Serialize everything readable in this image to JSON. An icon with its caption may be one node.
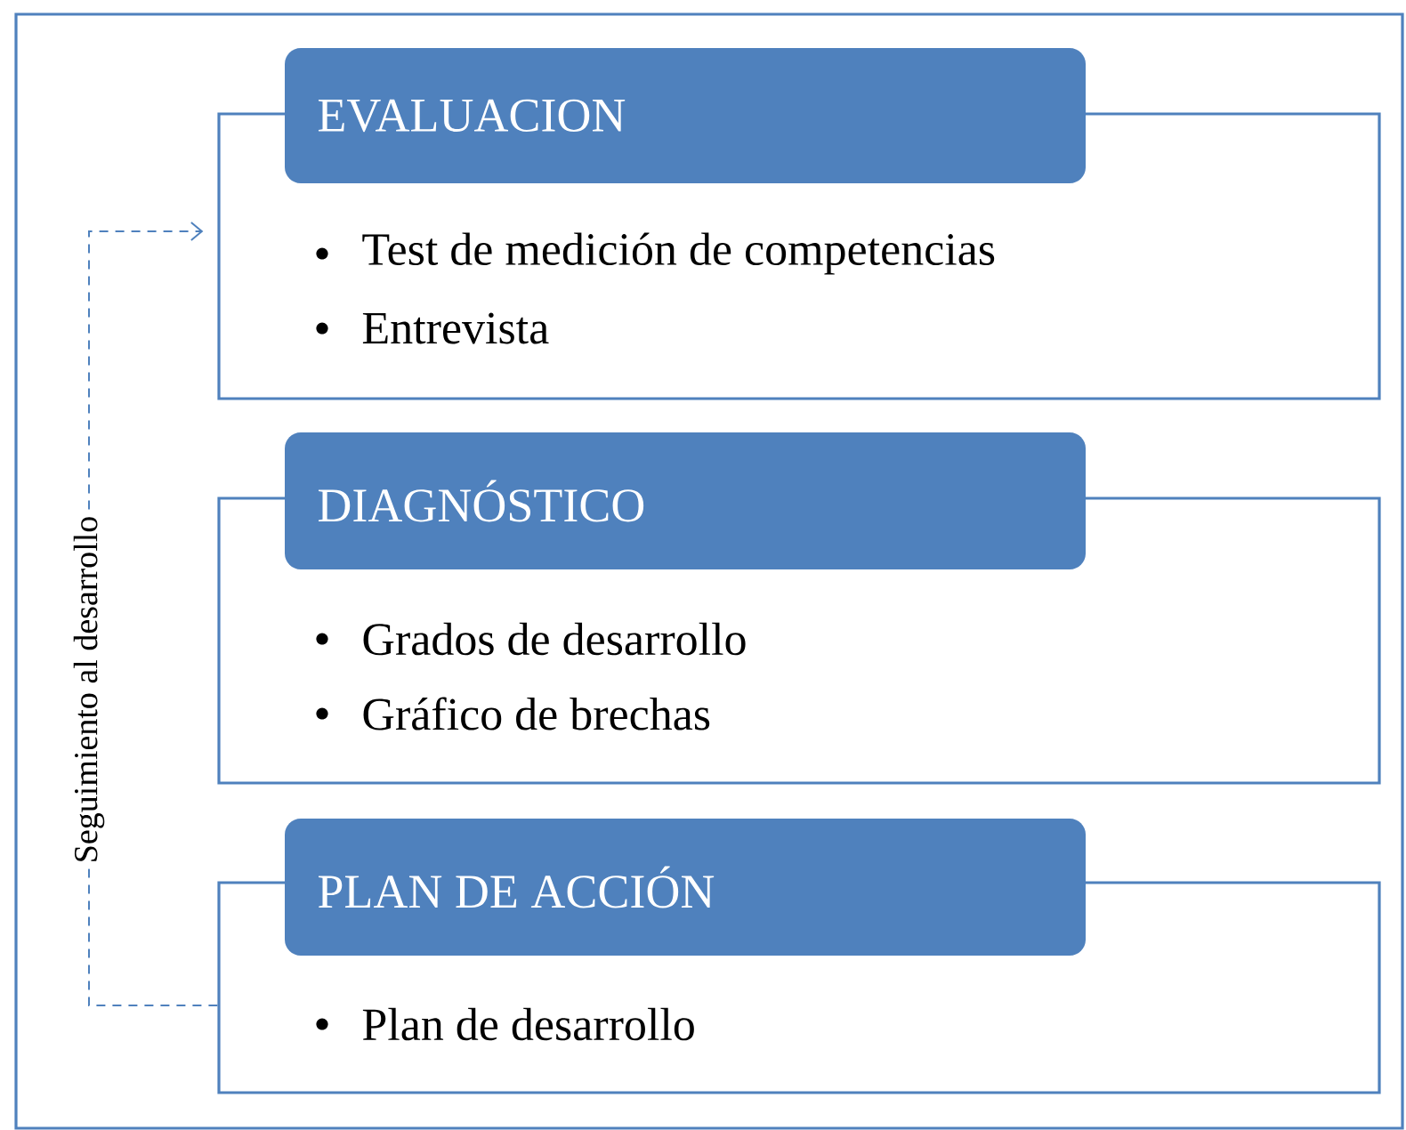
{
  "diagram": {
    "nodes": [
      {
        "text": [
          "EVALUACION",
          "Test de medición de competencias",
          "Entrevista"
        ]
      },
      {
        "text": [
          "DIAGNÓSTICO",
          "Grados de desarrollo",
          "Gráfico de brechas"
        ]
      },
      {
        "text": [
          "PLAN DE ACCIÓN",
          "Plan de desarrollo"
        ]
      }
    ],
    "edges": [
      {
        "from": 2,
        "to": 0,
        "arrow": "to",
        "style": "dashed",
        "label": "Seguimiento al desarrollo"
      }
    ]
  }
}
